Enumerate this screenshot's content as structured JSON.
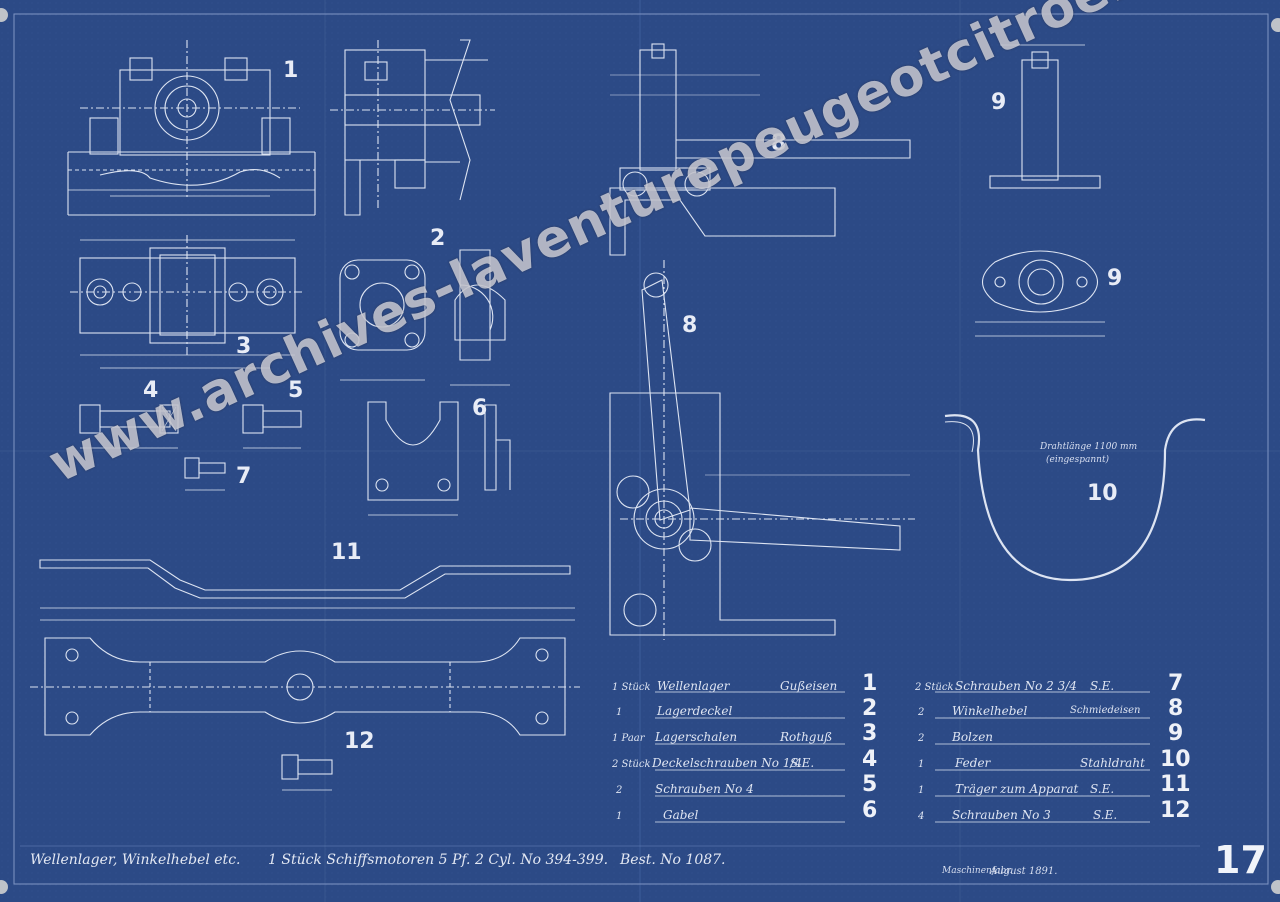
{
  "colors": {
    "paper": "#2c4a86",
    "ink": "#dde4f2"
  },
  "part_labels": [
    "1",
    "2",
    "3",
    "4",
    "5",
    "6",
    "7",
    "8",
    "8",
    "9",
    "9",
    "10",
    "11",
    "12"
  ],
  "parts_list_left": [
    {
      "qty": "1 Stück",
      "name": "Wellenlager",
      "material": "Gußeisen",
      "number": "1"
    },
    {
      "qty": "1",
      "name": "Lagerdeckel",
      "material": "",
      "number": "2"
    },
    {
      "qty": "1 Paar",
      "name": "Lagerschalen",
      "material": "Rothguß",
      "number": "3"
    },
    {
      "qty": "2 Stück",
      "name": "Deckelschrauben No 1/4",
      "material": "S.E.",
      "number": "4"
    },
    {
      "qty": "2",
      "name": "Schrauben No 4",
      "material": "",
      "number": "5"
    },
    {
      "qty": "1",
      "name": "Gabel",
      "material": "",
      "number": "6"
    }
  ],
  "parts_list_right": [
    {
      "qty": "2 Stück",
      "name": "Schrauben No 2 3/4",
      "material": "S.E.",
      "number": "7"
    },
    {
      "qty": "2",
      "name": "Winkelhebel",
      "material": "Schmiedeisen",
      "number": "8"
    },
    {
      "qty": "2",
      "name": "Bolzen",
      "material": "",
      "number": "9"
    },
    {
      "qty": "1",
      "name": "Feder",
      "material": "Stahldraht",
      "number": "10"
    },
    {
      "qty": "1",
      "name": "Träger zum Apparat",
      "material": "S.E.",
      "number": "11"
    },
    {
      "qty": "4",
      "name": "Schrauben No 3",
      "material": "S.E.",
      "number": "12"
    }
  ],
  "spring_note": [
    "Drahtlänge 1100 mm",
    "(eingespannt)"
  ],
  "title_block": {
    "title": "Wellenlager, Winkelhebel etc.",
    "order": "1 Stück Schiffsmotoren 5 Pf. 2 Cyl. No 394-399.",
    "bestell": "Best. No 1087.",
    "signature": "Maschinenfabr.",
    "date": "August 1891."
  },
  "sheet_number": "17",
  "watermark": "www.archives-laventurepeugeotcitroends.com"
}
